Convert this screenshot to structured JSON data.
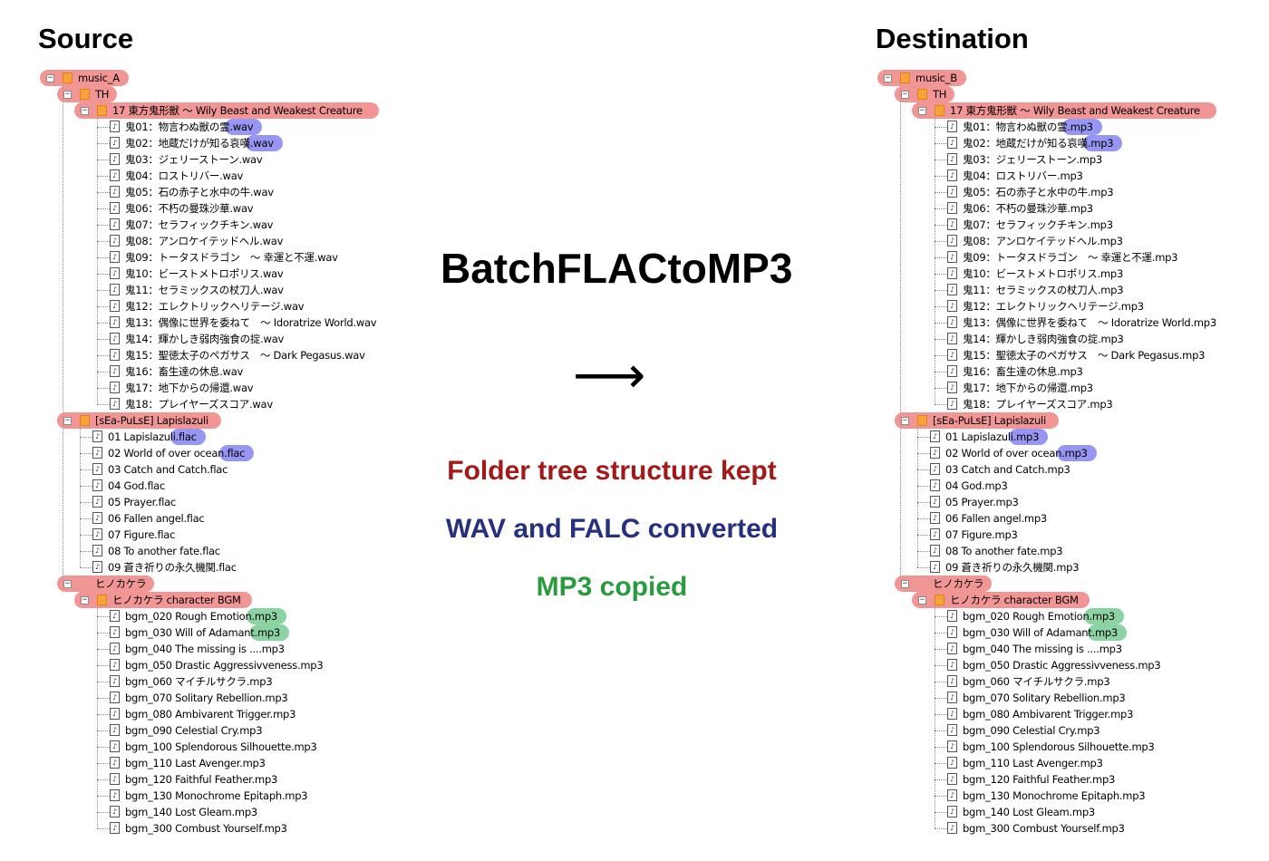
{
  "source": {
    "heading": "Source",
    "tree": [
      {
        "depth": 0,
        "type": "folder",
        "label": "music_A",
        "hl": "red",
        "expander": "−"
      },
      {
        "depth": 1,
        "type": "folder",
        "label": "TH",
        "hl": "red",
        "expander": "−"
      },
      {
        "depth": 2,
        "type": "folder",
        "label": "17 東方鬼形獣 ～ Wily Beast and Weakest Creature",
        "hl": "red",
        "expander": "−"
      },
      {
        "depth": 3,
        "type": "file",
        "label": "鬼01：物言わぬ獣の霊.wav",
        "ext": ".wav",
        "hl": "blue"
      },
      {
        "depth": 3,
        "type": "file",
        "label": "鬼02：地蔵だけが知る哀嘆.wav",
        "ext": ".wav",
        "hl": "blue"
      },
      {
        "depth": 3,
        "type": "file",
        "label": "鬼03：ジェリーストーン.wav"
      },
      {
        "depth": 3,
        "type": "file",
        "label": "鬼04：ロストリバー.wav"
      },
      {
        "depth": 3,
        "type": "file",
        "label": "鬼05：石の赤子と水中の牛.wav"
      },
      {
        "depth": 3,
        "type": "file",
        "label": "鬼06：不朽の曼珠沙華.wav"
      },
      {
        "depth": 3,
        "type": "file",
        "label": "鬼07：セラフィックチキン.wav"
      },
      {
        "depth": 3,
        "type": "file",
        "label": "鬼08：アンロケイテッドヘル.wav"
      },
      {
        "depth": 3,
        "type": "file",
        "label": "鬼09：トータスドラゴン　～ 幸運と不運.wav"
      },
      {
        "depth": 3,
        "type": "file",
        "label": "鬼10：ビーストメトロポリス.wav"
      },
      {
        "depth": 3,
        "type": "file",
        "label": "鬼11：セラミックスの杖刀人.wav"
      },
      {
        "depth": 3,
        "type": "file",
        "label": "鬼12：エレクトリックヘリテージ.wav"
      },
      {
        "depth": 3,
        "type": "file",
        "label": "鬼13：偶像に世界を委ねて　～ Idoratrize World.wav"
      },
      {
        "depth": 3,
        "type": "file",
        "label": "鬼14：輝かしき弱肉強食の掟.wav"
      },
      {
        "depth": 3,
        "type": "file",
        "label": "鬼15：聖徳太子のペガサス　～ Dark Pegasus.wav"
      },
      {
        "depth": 3,
        "type": "file",
        "label": "鬼16：畜生達の休息.wav"
      },
      {
        "depth": 3,
        "type": "file",
        "label": "鬼17：地下からの帰還.wav"
      },
      {
        "depth": 3,
        "type": "file",
        "label": "鬼18：プレイヤーズスコア.wav"
      },
      {
        "depth": 1,
        "type": "folder",
        "label": "[sEa-PuLsE] Lapislazuli",
        "hl": "red",
        "expander": "−"
      },
      {
        "depth": 2,
        "type": "file",
        "label": "01 Lapislazuli.flac",
        "ext": ".flac",
        "hl": "blue"
      },
      {
        "depth": 2,
        "type": "file",
        "label": "02 World of over ocean.flac",
        "ext": ".flac",
        "hl": "blue"
      },
      {
        "depth": 2,
        "type": "file",
        "label": "03 Catch and Catch.flac"
      },
      {
        "depth": 2,
        "type": "file",
        "label": "04 God.flac"
      },
      {
        "depth": 2,
        "type": "file",
        "label": "05 Prayer.flac"
      },
      {
        "depth": 2,
        "type": "file",
        "label": "06 Fallen angel.flac"
      },
      {
        "depth": 2,
        "type": "file",
        "label": "07 Figure.flac"
      },
      {
        "depth": 2,
        "type": "file",
        "label": "08 To another fate.flac"
      },
      {
        "depth": 2,
        "type": "file",
        "label": "09 蒼き祈りの永久機関.flac"
      },
      {
        "depth": 1,
        "type": "folder",
        "label": "ヒノカケラ",
        "hl": "red",
        "expander": "−",
        "noicon": true
      },
      {
        "depth": 2,
        "type": "folder",
        "label": "ヒノカケラ character BGM",
        "hl": "red",
        "expander": "−"
      },
      {
        "depth": 3,
        "type": "file",
        "label": "bgm_020 Rough Emotion.mp3",
        "ext": ".mp3",
        "hl": "green"
      },
      {
        "depth": 3,
        "type": "file",
        "label": "bgm_030 Will of Adamant.mp3",
        "ext": ".mp3",
        "hl": "green"
      },
      {
        "depth": 3,
        "type": "file",
        "label": "bgm_040 The missing is ....mp3"
      },
      {
        "depth": 3,
        "type": "file",
        "label": "bgm_050 Drastic Aggressivveness.mp3"
      },
      {
        "depth": 3,
        "type": "file",
        "label": "bgm_060 マイチルサクラ.mp3"
      },
      {
        "depth": 3,
        "type": "file",
        "label": "bgm_070 Solitary Rebellion.mp3"
      },
      {
        "depth": 3,
        "type": "file",
        "label": "bgm_080 Ambivarent Trigger.mp3"
      },
      {
        "depth": 3,
        "type": "file",
        "label": "bgm_090 Celestial Cry.mp3"
      },
      {
        "depth": 3,
        "type": "file",
        "label": "bgm_100 Splendorous Silhouette.mp3"
      },
      {
        "depth": 3,
        "type": "file",
        "label": "bgm_110 Last Avenger.mp3"
      },
      {
        "depth": 3,
        "type": "file",
        "label": "bgm_120 Faithful Feather.mp3"
      },
      {
        "depth": 3,
        "type": "file",
        "label": "bgm_130 Monochrome Epitaph.mp3"
      },
      {
        "depth": 3,
        "type": "file",
        "label": "bgm_140 Lost Gleam.mp3"
      },
      {
        "depth": 3,
        "type": "file",
        "label": "bgm_300 Combust Yourself.mp3"
      }
    ]
  },
  "destination": {
    "heading": "Destination",
    "tree": [
      {
        "depth": 0,
        "type": "folder",
        "label": "music_B",
        "hl": "red",
        "expander": "−"
      },
      {
        "depth": 1,
        "type": "folder",
        "label": "TH",
        "hl": "red",
        "expander": "−"
      },
      {
        "depth": 2,
        "type": "folder",
        "label": "17 東方鬼形獣 ～ Wily Beast and Weakest Creature",
        "hl": "red",
        "expander": "−"
      },
      {
        "depth": 3,
        "type": "file",
        "label": "鬼01：物言わぬ獣の霊.mp3",
        "ext": ".mp3",
        "hl": "blue"
      },
      {
        "depth": 3,
        "type": "file",
        "label": "鬼02：地蔵だけが知る哀嘆.mp3",
        "ext": ".mp3",
        "hl": "blue"
      },
      {
        "depth": 3,
        "type": "file",
        "label": "鬼03：ジェリーストーン.mp3"
      },
      {
        "depth": 3,
        "type": "file",
        "label": "鬼04：ロストリバー.mp3"
      },
      {
        "depth": 3,
        "type": "file",
        "label": "鬼05：石の赤子と水中の牛.mp3"
      },
      {
        "depth": 3,
        "type": "file",
        "label": "鬼06：不朽の曼珠沙華.mp3"
      },
      {
        "depth": 3,
        "type": "file",
        "label": "鬼07：セラフィックチキン.mp3"
      },
      {
        "depth": 3,
        "type": "file",
        "label": "鬼08：アンロケイテッドヘル.mp3"
      },
      {
        "depth": 3,
        "type": "file",
        "label": "鬼09：トータスドラゴン　～ 幸運と不運.mp3"
      },
      {
        "depth": 3,
        "type": "file",
        "label": "鬼10：ビーストメトロポリス.mp3"
      },
      {
        "depth": 3,
        "type": "file",
        "label": "鬼11：セラミックスの杖刀人.mp3"
      },
      {
        "depth": 3,
        "type": "file",
        "label": "鬼12：エレクトリックヘリテージ.mp3"
      },
      {
        "depth": 3,
        "type": "file",
        "label": "鬼13：偶像に世界を委ねて　～ Idoratrize World.mp3"
      },
      {
        "depth": 3,
        "type": "file",
        "label": "鬼14：輝かしき弱肉強食の掟.mp3"
      },
      {
        "depth": 3,
        "type": "file",
        "label": "鬼15：聖徳太子のペガサス　～ Dark Pegasus.mp3"
      },
      {
        "depth": 3,
        "type": "file",
        "label": "鬼16：畜生達の休息.mp3"
      },
      {
        "depth": 3,
        "type": "file",
        "label": "鬼17：地下からの帰還.mp3"
      },
      {
        "depth": 3,
        "type": "file",
        "label": "鬼18：プレイヤーズスコア.mp3"
      },
      {
        "depth": 1,
        "type": "folder",
        "label": "[sEa-PuLsE] Lapislazuli",
        "hl": "red",
        "expander": "−"
      },
      {
        "depth": 2,
        "type": "file",
        "label": "01 Lapislazuli.mp3",
        "ext": ".mp3",
        "hl": "blue"
      },
      {
        "depth": 2,
        "type": "file",
        "label": "02 World of over ocean.mp3",
        "ext": ".mp3",
        "hl": "blue"
      },
      {
        "depth": 2,
        "type": "file",
        "label": "03 Catch and Catch.mp3"
      },
      {
        "depth": 2,
        "type": "file",
        "label": "04 God.mp3"
      },
      {
        "depth": 2,
        "type": "file",
        "label": "05 Prayer.mp3"
      },
      {
        "depth": 2,
        "type": "file",
        "label": "06 Fallen angel.mp3"
      },
      {
        "depth": 2,
        "type": "file",
        "label": "07 Figure.mp3"
      },
      {
        "depth": 2,
        "type": "file",
        "label": "08 To another fate.mp3"
      },
      {
        "depth": 2,
        "type": "file",
        "label": "09 蒼き祈りの永久機関.mp3"
      },
      {
        "depth": 1,
        "type": "folder",
        "label": "ヒノカケラ",
        "hl": "red",
        "expander": "−",
        "noicon": true
      },
      {
        "depth": 2,
        "type": "folder",
        "label": "ヒノカケラ character BGM",
        "hl": "red",
        "expander": "−"
      },
      {
        "depth": 3,
        "type": "file",
        "label": "bgm_020 Rough Emotion.mp3",
        "ext": ".mp3",
        "hl": "green"
      },
      {
        "depth": 3,
        "type": "file",
        "label": "bgm_030 Will of Adamant.mp3",
        "ext": ".mp3",
        "hl": "green"
      },
      {
        "depth": 3,
        "type": "file",
        "label": "bgm_040 The missing is ....mp3"
      },
      {
        "depth": 3,
        "type": "file",
        "label": "bgm_050 Drastic Aggressivveness.mp3"
      },
      {
        "depth": 3,
        "type": "file",
        "label": "bgm_060 マイチルサクラ.mp3"
      },
      {
        "depth": 3,
        "type": "file",
        "label": "bgm_070 Solitary Rebellion.mp3"
      },
      {
        "depth": 3,
        "type": "file",
        "label": "bgm_080 Ambivarent Trigger.mp3"
      },
      {
        "depth": 3,
        "type": "file",
        "label": "bgm_090 Celestial Cry.mp3"
      },
      {
        "depth": 3,
        "type": "file",
        "label": "bgm_100 Splendorous Silhouette.mp3"
      },
      {
        "depth": 3,
        "type": "file",
        "label": "bgm_110 Last Avenger.mp3"
      },
      {
        "depth": 3,
        "type": "file",
        "label": "bgm_120 Faithful Feather.mp3"
      },
      {
        "depth": 3,
        "type": "file",
        "label": "bgm_130 Monochrome Epitaph.mp3"
      },
      {
        "depth": 3,
        "type": "file",
        "label": "bgm_140 Lost Gleam.mp3"
      },
      {
        "depth": 3,
        "type": "file",
        "label": "bgm_300 Combust Yourself.mp3"
      }
    ]
  },
  "center": {
    "title": "BatchFLACtoMP3",
    "arrow": "⟶",
    "notes": [
      {
        "text": "Folder tree structure kept",
        "color": "#a11a1a"
      },
      {
        "text": "WAV and FALC converted",
        "color": "#27307c"
      },
      {
        "text": "MP3 copied",
        "color": "#2a9a3e"
      }
    ]
  },
  "colors": {
    "folder_highlight": "#f08282",
    "converted_highlight": "#7d7df0",
    "copied_highlight": "#6ec88c",
    "folder_icon": "#f7a23b"
  },
  "icons": {
    "folder": "folder-icon",
    "file": "file-icon",
    "expander": "collapse-icon",
    "arrow": "right-arrow-icon"
  }
}
